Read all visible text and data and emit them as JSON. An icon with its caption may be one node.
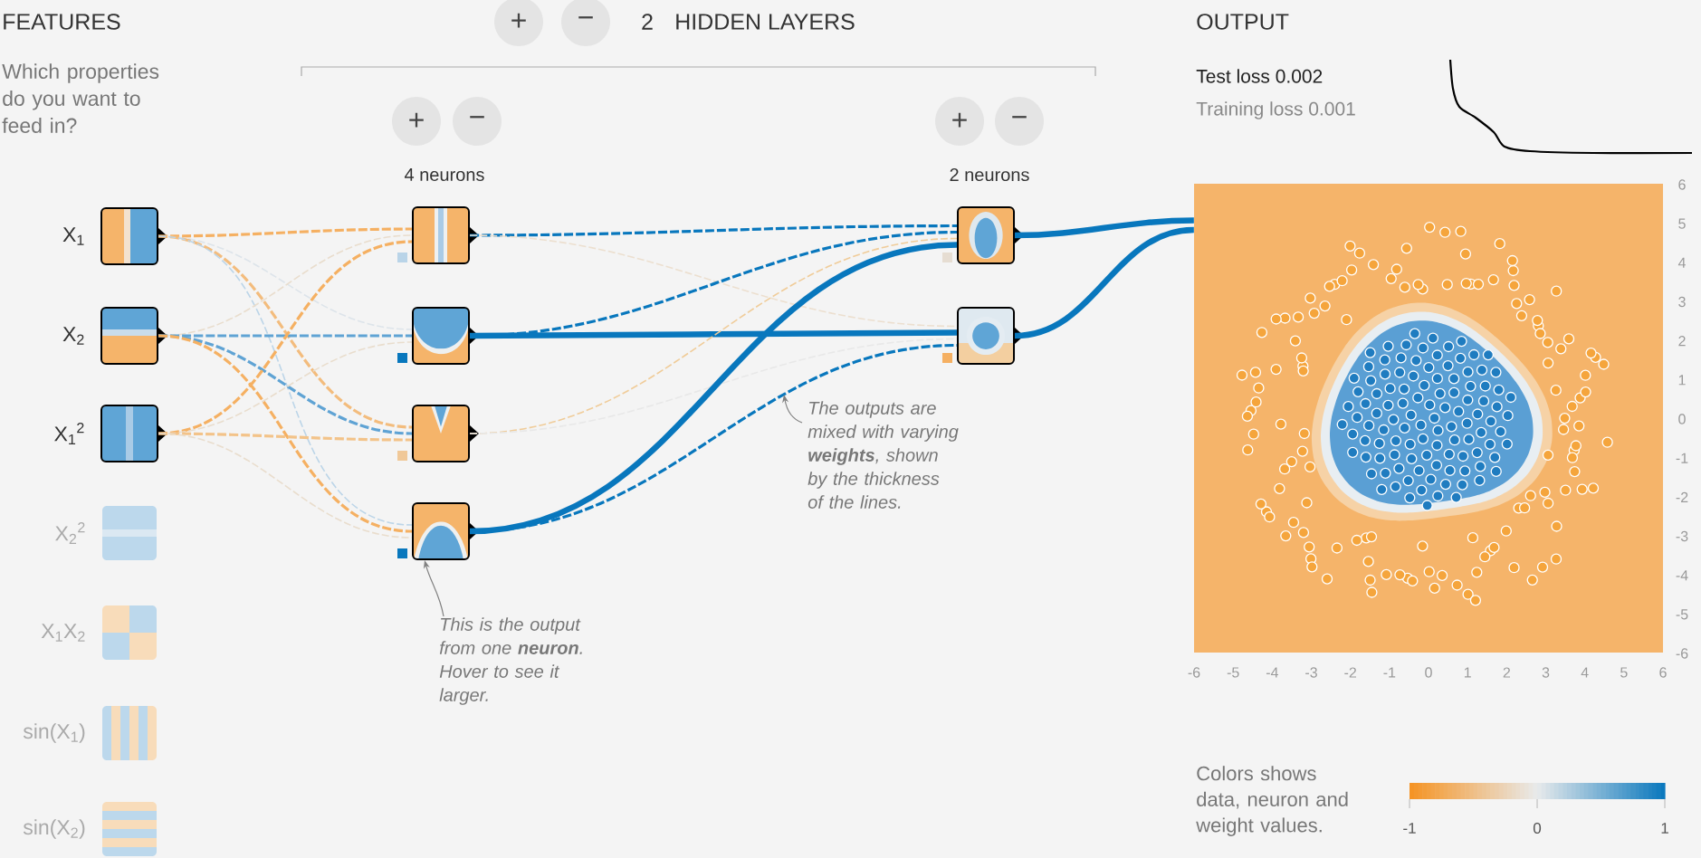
{
  "diagram": {
    "nodes": [
      {
        "text": [],
        "shape": "box",
        "beside": [
          "X$_{1}$"
        ]
      },
      {
        "text": [],
        "shape": "box",
        "beside": [
          "X$_{2}$"
        ]
      },
      {
        "text": [],
        "shape": "box",
        "beside": [
          "X$_{1}$$^{2}$"
        ]
      },
      {
        "text": [],
        "shape": "box",
        "beside": [
          "X$_{2}$$^{2}$"
        ]
      },
      {
        "text": [],
        "shape": "box",
        "beside": [
          "X$_{1}$X$_{2}$"
        ]
      },
      {
        "text": [],
        "shape": "box",
        "beside": [
          "sin(X$_{1}$)"
        ]
      },
      {
        "text": [],
        "shape": "box",
        "beside": [
          "sin(X$_{2}$)"
        ]
      },
      {
        "text": [],
        "shape": "box"
      },
      {
        "text": [],
        "shape": "box"
      },
      {
        "text": [],
        "shape": "box"
      },
      {
        "text": [],
        "shape": "box"
      },
      {
        "text": [],
        "shape": "box"
      },
      {
        "text": [],
        "shape": "box"
      },
      {
        "text": [],
        "shape": "picture"
      },
      {
        "text": [
          "This is the output from one **neuron**. Hover to see it larger."
        ]
      },
      {
        "text": [
          "The outputs are mixed with varying **weights**, shown by the thickness of the lines."
        ]
      },
      {
        "text": [
          "+"
        ]
      },
      {
        "text": [
          "−"
        ]
      },
      {
        "text": [
          "+"
        ]
      },
      {
        "text": [
          "−"
        ]
      },
      {
        "text": [
          "+"
        ]
      },
      {
        "text": [
          "−"
        ]
      }
    ],
    "edges": [
      {
        "from": 0,
        "to": 7,
        "arrow": "none",
        "style": "dashed",
        "color": "#f5b062"
      },
      {
        "from": 0,
        "to": 8,
        "arrow": "none",
        "style": "dashed",
        "color": "#dde4ea"
      },
      {
        "from": 0,
        "to": 9,
        "arrow": "none",
        "style": "dashed",
        "color": "#f3bc7d"
      },
      {
        "from": 0,
        "to": 10,
        "arrow": "none",
        "style": "dashed",
        "color": "#bcd5e8"
      },
      {
        "from": 1,
        "to": 7,
        "arrow": "none",
        "style": "dashed",
        "color": "#e9ddcd"
      },
      {
        "from": 1,
        "to": 8,
        "arrow": "none",
        "style": "dashed",
        "color": "#5fa3d4"
      },
      {
        "from": 1,
        "to": 9,
        "arrow": "none",
        "style": "dashed",
        "color": "#5fa3d4"
      },
      {
        "from": 1,
        "to": 10,
        "arrow": "none",
        "style": "dashed",
        "color": "#f5b062"
      },
      {
        "from": 2,
        "to": 7,
        "arrow": "none",
        "style": "dashed",
        "color": "#f5b062"
      },
      {
        "from": 2,
        "to": 8,
        "arrow": "none",
        "style": "dashed",
        "color": "#e9ddcd"
      },
      {
        "from": 2,
        "to": 9,
        "arrow": "none",
        "style": "dashed",
        "color": "#f3c389"
      },
      {
        "from": 2,
        "to": 10,
        "arrow": "none",
        "style": "dashed",
        "color": "#e9ddcd"
      },
      {
        "from": 7,
        "to": 11,
        "arrow": "none",
        "style": "dashed"
      },
      {
        "from": 7,
        "to": 12,
        "arrow": "none",
        "style": "dashed",
        "color": "#ecdfcf"
      },
      {
        "from": 8,
        "to": 11,
        "arrow": "none",
        "style": "dashed"
      },
      {
        "from": 8,
        "to": 12,
        "arrow": "none",
        "style": "thick"
      },
      {
        "from": 9,
        "to": 11,
        "arrow": "none",
        "style": "dashed",
        "color": "#f0cc99"
      },
      {
        "from": 9,
        "to": 12,
        "arrow": "none",
        "style": "dashed",
        "color": "#e8e8e8"
      },
      {
        "from": 10,
        "to": 11,
        "arrow": "none",
        "style": "thick"
      },
      {
        "from": 10,
        "to": 12,
        "arrow": "none",
        "style": "dashed"
      },
      {
        "from": 11,
        "to": 13,
        "arrow": "none",
        "style": "thick"
      },
      {
        "from": 12,
        "to": 13,
        "arrow": "none",
        "style": "thick"
      },
      {
        "from": 14,
        "to": 10,
        "arrow": "to",
        "color": "#808080"
      },
      {
        "from": 15,
        "to": null,
        "arrow": "to",
        "color": "#808080"
      }
    ],
    "labels": [
      "FEATURES",
      "Which properties do you want to feed in?",
      "2",
      "HIDDEN LAYERS",
      "OUTPUT",
      "4 neurons",
      "2 neurons",
      "Test loss 0.002",
      "Training loss 0.001",
      "6",
      "5",
      "4",
      "3",
      "2",
      "1",
      "0",
      "-1",
      "-2",
      "-3",
      "-4",
      "-5",
      "-6",
      "-6",
      "-5",
      "-4",
      "-3",
      "-2",
      "-1",
      "0",
      "1",
      "2",
      "3",
      "4",
      "5",
      "6",
      "Colors shows data, neuron and weight values.",
      "-1",
      "0",
      "1"
    ]
  }
}
